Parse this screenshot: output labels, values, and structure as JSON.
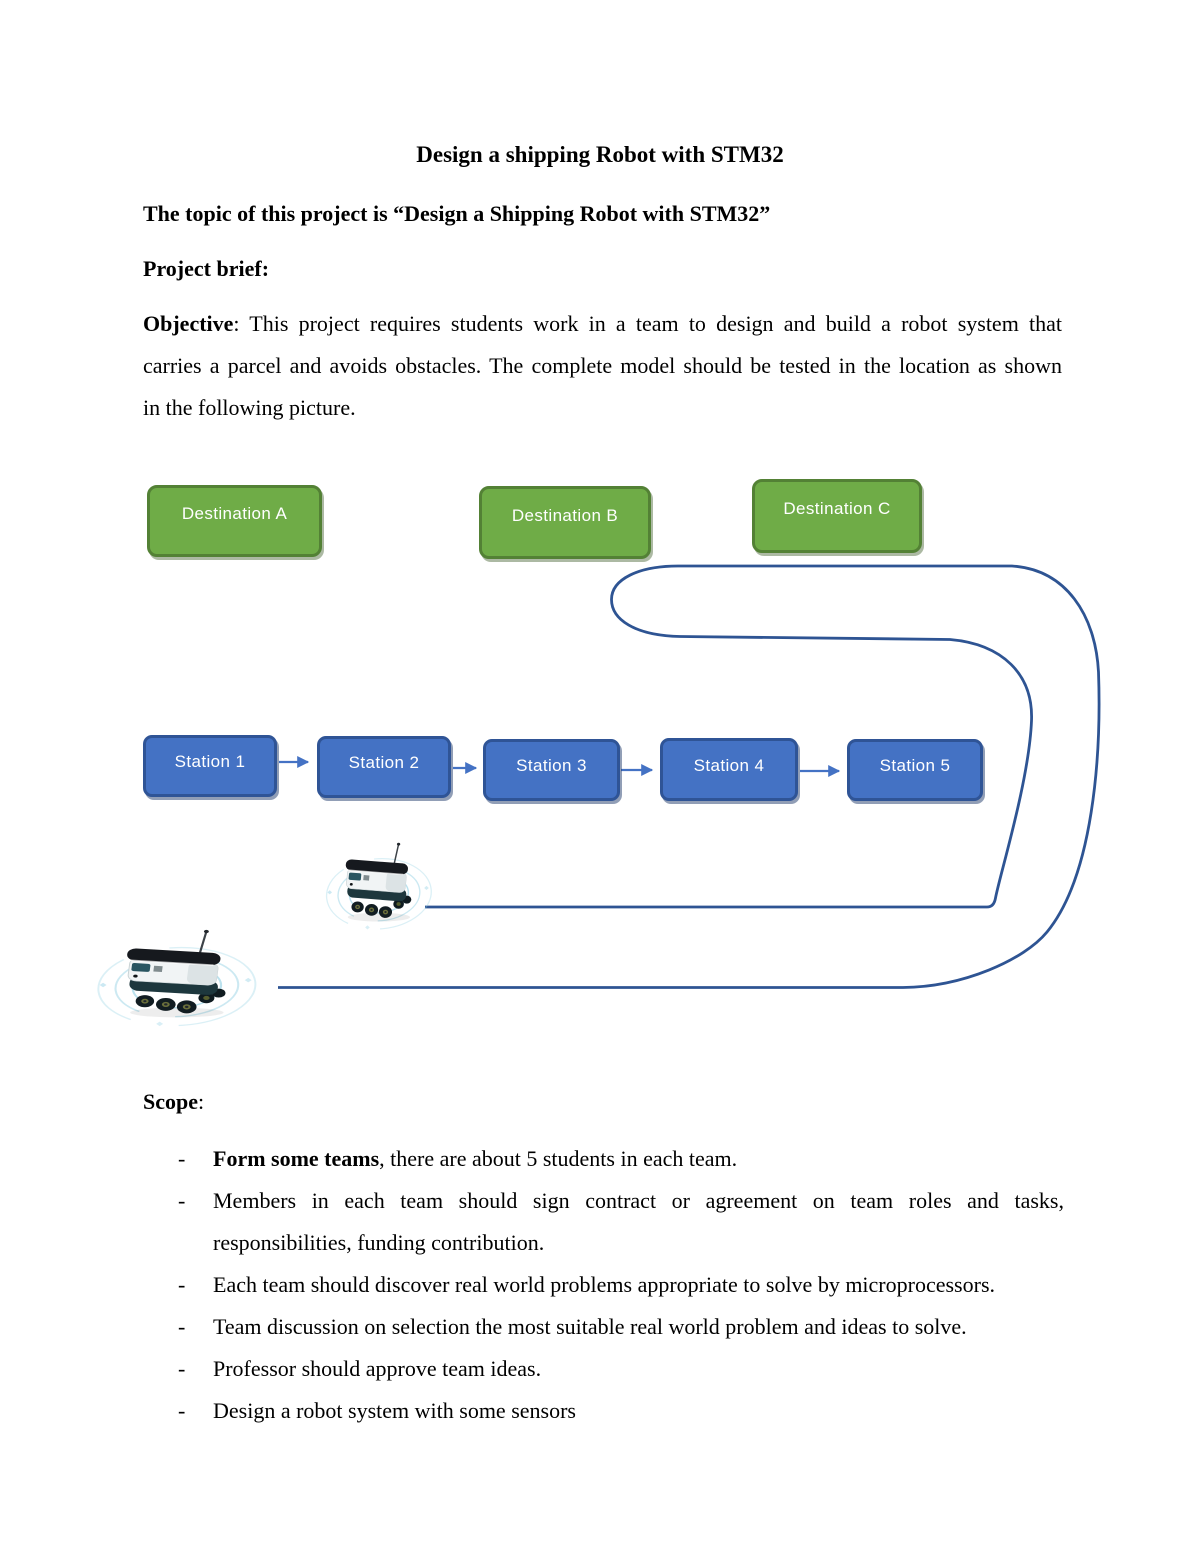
{
  "document": {
    "title": "Design a shipping Robot with STM32",
    "topic": "The topic of this project is “Design a Shipping Robot with STM32”",
    "project_brief_heading": "Project brief:",
    "objective": {
      "label": "Objective",
      "lines": [
        ": This project requires students work in a team to design and build a robot system that",
        "carries a parcel and avoids obstacles. The complete model should be tested in the location as shown",
        "in the following picture."
      ]
    },
    "scope": {
      "heading_bold": "Scope",
      "heading_colon": ":",
      "marker": "-",
      "bullets": [
        {
          "bold": "Form some teams",
          "lines": [
            ", there are about 5 students in each team."
          ]
        },
        {
          "bold": "",
          "lines": [
            "Members in each team should sign contract or agreement on team roles and tasks,",
            "responsibilities, funding contribution."
          ]
        },
        {
          "bold": "",
          "lines": [
            "Each team should discover real world problems appropriate to solve by microprocessors."
          ]
        },
        {
          "bold": "",
          "lines": [
            "Team discussion on selection the most suitable real world problem and ideas to solve."
          ]
        },
        {
          "bold": "",
          "lines": [
            "Professor should approve team ideas."
          ]
        },
        {
          "bold": "",
          "lines": [
            "Design a robot system with some sensors"
          ]
        }
      ]
    }
  },
  "diagram": {
    "destinations": [
      "Destination A",
      "Destination B",
      "Destination C"
    ],
    "stations": [
      "Station 1",
      "Station 2",
      "Station 3",
      "Station 4",
      "Station 5"
    ],
    "robots": [
      "delivery-robot",
      "delivery-robot"
    ],
    "colors": {
      "route_stroke": "#2E5493",
      "station_fill": "#4472C4",
      "station_border": "#2F5496",
      "destination_fill": "#6FAC47",
      "destination_border": "#538135",
      "arrow": "#4472C4",
      "sonar_arc": "#8FCFE2",
      "robot_lid": "#16191E",
      "robot_body": "#F1F4F5",
      "robot_chassis": "#1D373D",
      "wheel_hub": "#6A6F3B"
    }
  }
}
